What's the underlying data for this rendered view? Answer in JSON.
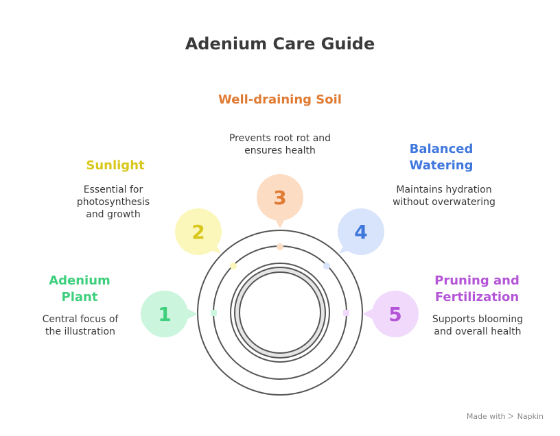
{
  "title": "Adenium Care Guide",
  "steps": [
    {
      "number": "1",
      "title": "Adenium Plant",
      "description": "Central focus of the illustration",
      "color": "#3ecf7d",
      "fill": "#cbf5dd"
    },
    {
      "number": "2",
      "title": "Sunlight",
      "description": "Essential for photosynthesis and growth",
      "color": "#d8c81c",
      "fill": "#fbf6b9"
    },
    {
      "number": "3",
      "title": "Well-draining Soil",
      "description": "Prevents root rot and ensures health",
      "color": "#e07b33",
      "fill": "#fddcc4"
    },
    {
      "number": "4",
      "title": "Balanced Watering",
      "description": "Maintains hydration without overwatering",
      "color": "#3f77dc",
      "fill": "#d8e4fb"
    },
    {
      "number": "5",
      "title": "Pruning and Fertilization",
      "description": "Supports blooming and overall health",
      "color": "#b455d8",
      "fill": "#f0d9fb"
    }
  ],
  "footer": {
    "made_with": "Made with",
    "brand": "Napkin"
  }
}
